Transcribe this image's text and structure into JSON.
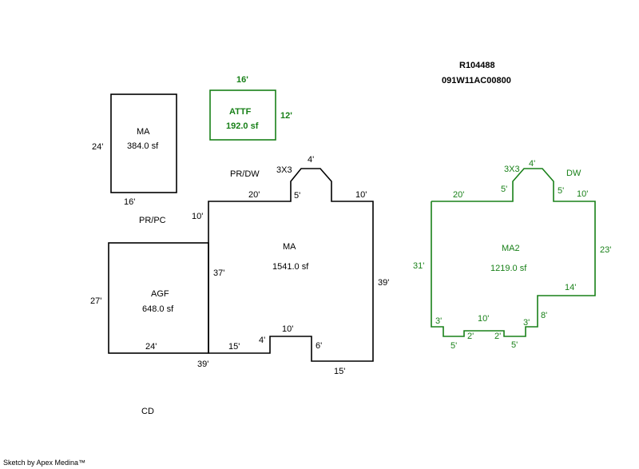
{
  "colors": {
    "black": "#000000",
    "green": "#188018"
  },
  "header": {
    "record_id": "R104488",
    "parcel_id": "091W11AC00800"
  },
  "footer": {
    "text": "Sketch by Apex Medina™"
  },
  "areas": {
    "ma_small": {
      "name": "MA",
      "area": "384.0 sf",
      "dims": [
        "24'",
        "16'"
      ]
    },
    "attf": {
      "name": "ATTF",
      "area": "192.0 sf",
      "dims": [
        "16'",
        "12'"
      ]
    },
    "ma_main": {
      "name": "MA",
      "area": "1541.0 sf",
      "dims": [
        "20'",
        "5'",
        "4'",
        "10'",
        "39'",
        "15'",
        "6'",
        "10'",
        "4'",
        "15'",
        "37'",
        "10'",
        "39'"
      ],
      "label_3x3": "3X3"
    },
    "agf": {
      "name": "AGF",
      "area": "648.0 sf",
      "dims": [
        "27'",
        "24'"
      ]
    },
    "ma2": {
      "name": "MA2",
      "area": "1219.0 sf",
      "dims": [
        "20'",
        "5'",
        "4'",
        "5'",
        "10'",
        "23'",
        "14'",
        "8'",
        "3'",
        "5'",
        "2'",
        "10'",
        "2'",
        "5'",
        "3'",
        "31'"
      ],
      "label_3x3": "3X3",
      "label_dw": "DW"
    }
  },
  "labels": {
    "pr_dw": "PR/DW",
    "pr_pc": "PR/PC",
    "cd": "CD"
  }
}
